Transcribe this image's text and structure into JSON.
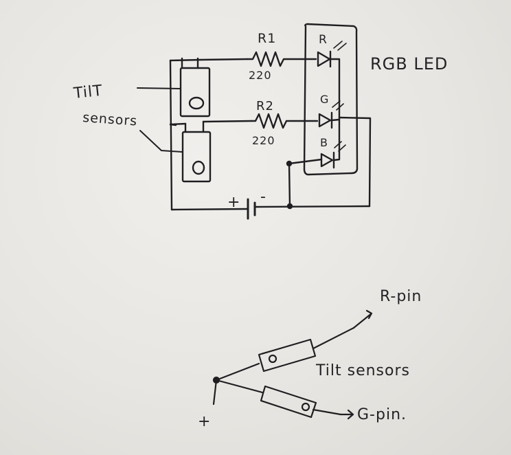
{
  "circuit": {
    "label_tilt_line1": "TilT",
    "label_tilt_line2": "sensors",
    "r1": {
      "name": "R1",
      "value": "220"
    },
    "r2": {
      "name": "R2",
      "value": "220"
    },
    "led_r": "R",
    "led_g": "G",
    "led_b": "B",
    "rgb_led_label": "RGB LED",
    "battery_plus": "+",
    "battery_minus": "-"
  },
  "wiring": {
    "tilt_sensors_label": "Tilt sensors",
    "r_pin_label": "R-pin",
    "g_pin_label": "G-pin.",
    "plus_label": "+"
  },
  "colors": {
    "ink": "#1f1f22",
    "paper": "#ebe9e5"
  }
}
